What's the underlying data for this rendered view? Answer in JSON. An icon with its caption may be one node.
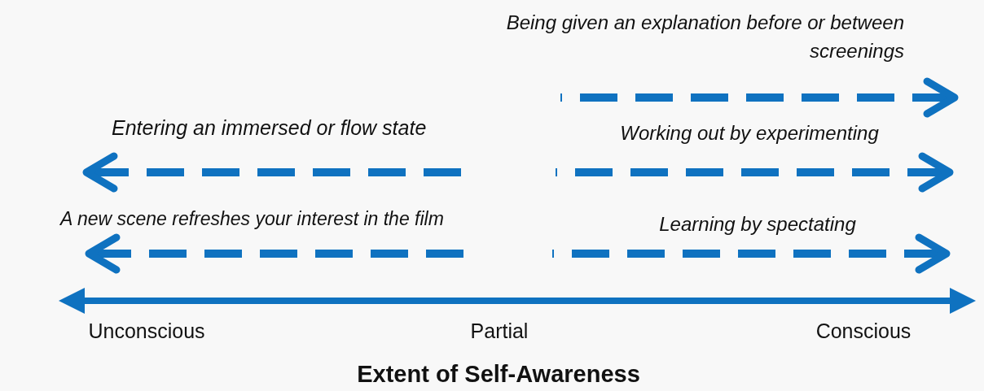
{
  "diagram": {
    "labels": [
      "Being given an explanation before or between screenings",
      "Entering an immersed or flow state",
      "Working out by experimenting",
      "A new scene refreshes your interest in the film",
      "Learning by spectating",
      "Unconscious",
      "Partial",
      "Conscious",
      "Extent of Self-Awareness"
    ]
  }
}
